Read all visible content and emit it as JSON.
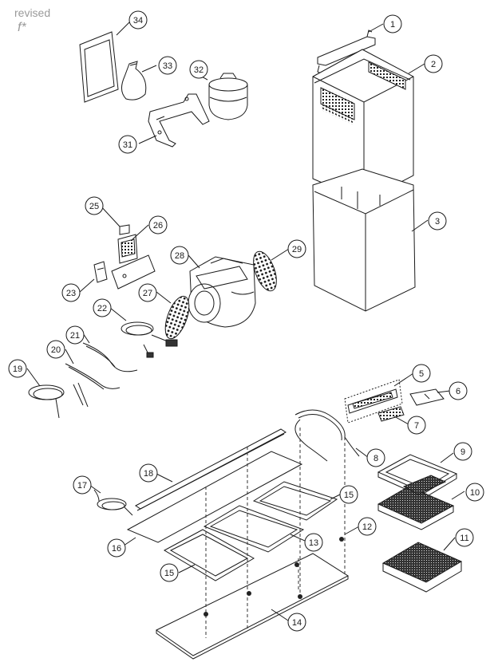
{
  "header": {
    "revised": "revised",
    "mark": "f*"
  },
  "callouts": [
    "1",
    "2",
    "3",
    "5",
    "6",
    "7",
    "8",
    "9",
    "10",
    "11",
    "12",
    "13",
    "14",
    "15",
    "15",
    "16",
    "17",
    "18",
    "19",
    "20",
    "21",
    "22",
    "23",
    "25",
    "26",
    "27",
    "28",
    "29",
    "31",
    "32",
    "33",
    "34"
  ],
  "colors": {
    "line": "#1a1a1a",
    "hatch": "#222222",
    "dash": "#333333",
    "background": "#ffffff"
  }
}
